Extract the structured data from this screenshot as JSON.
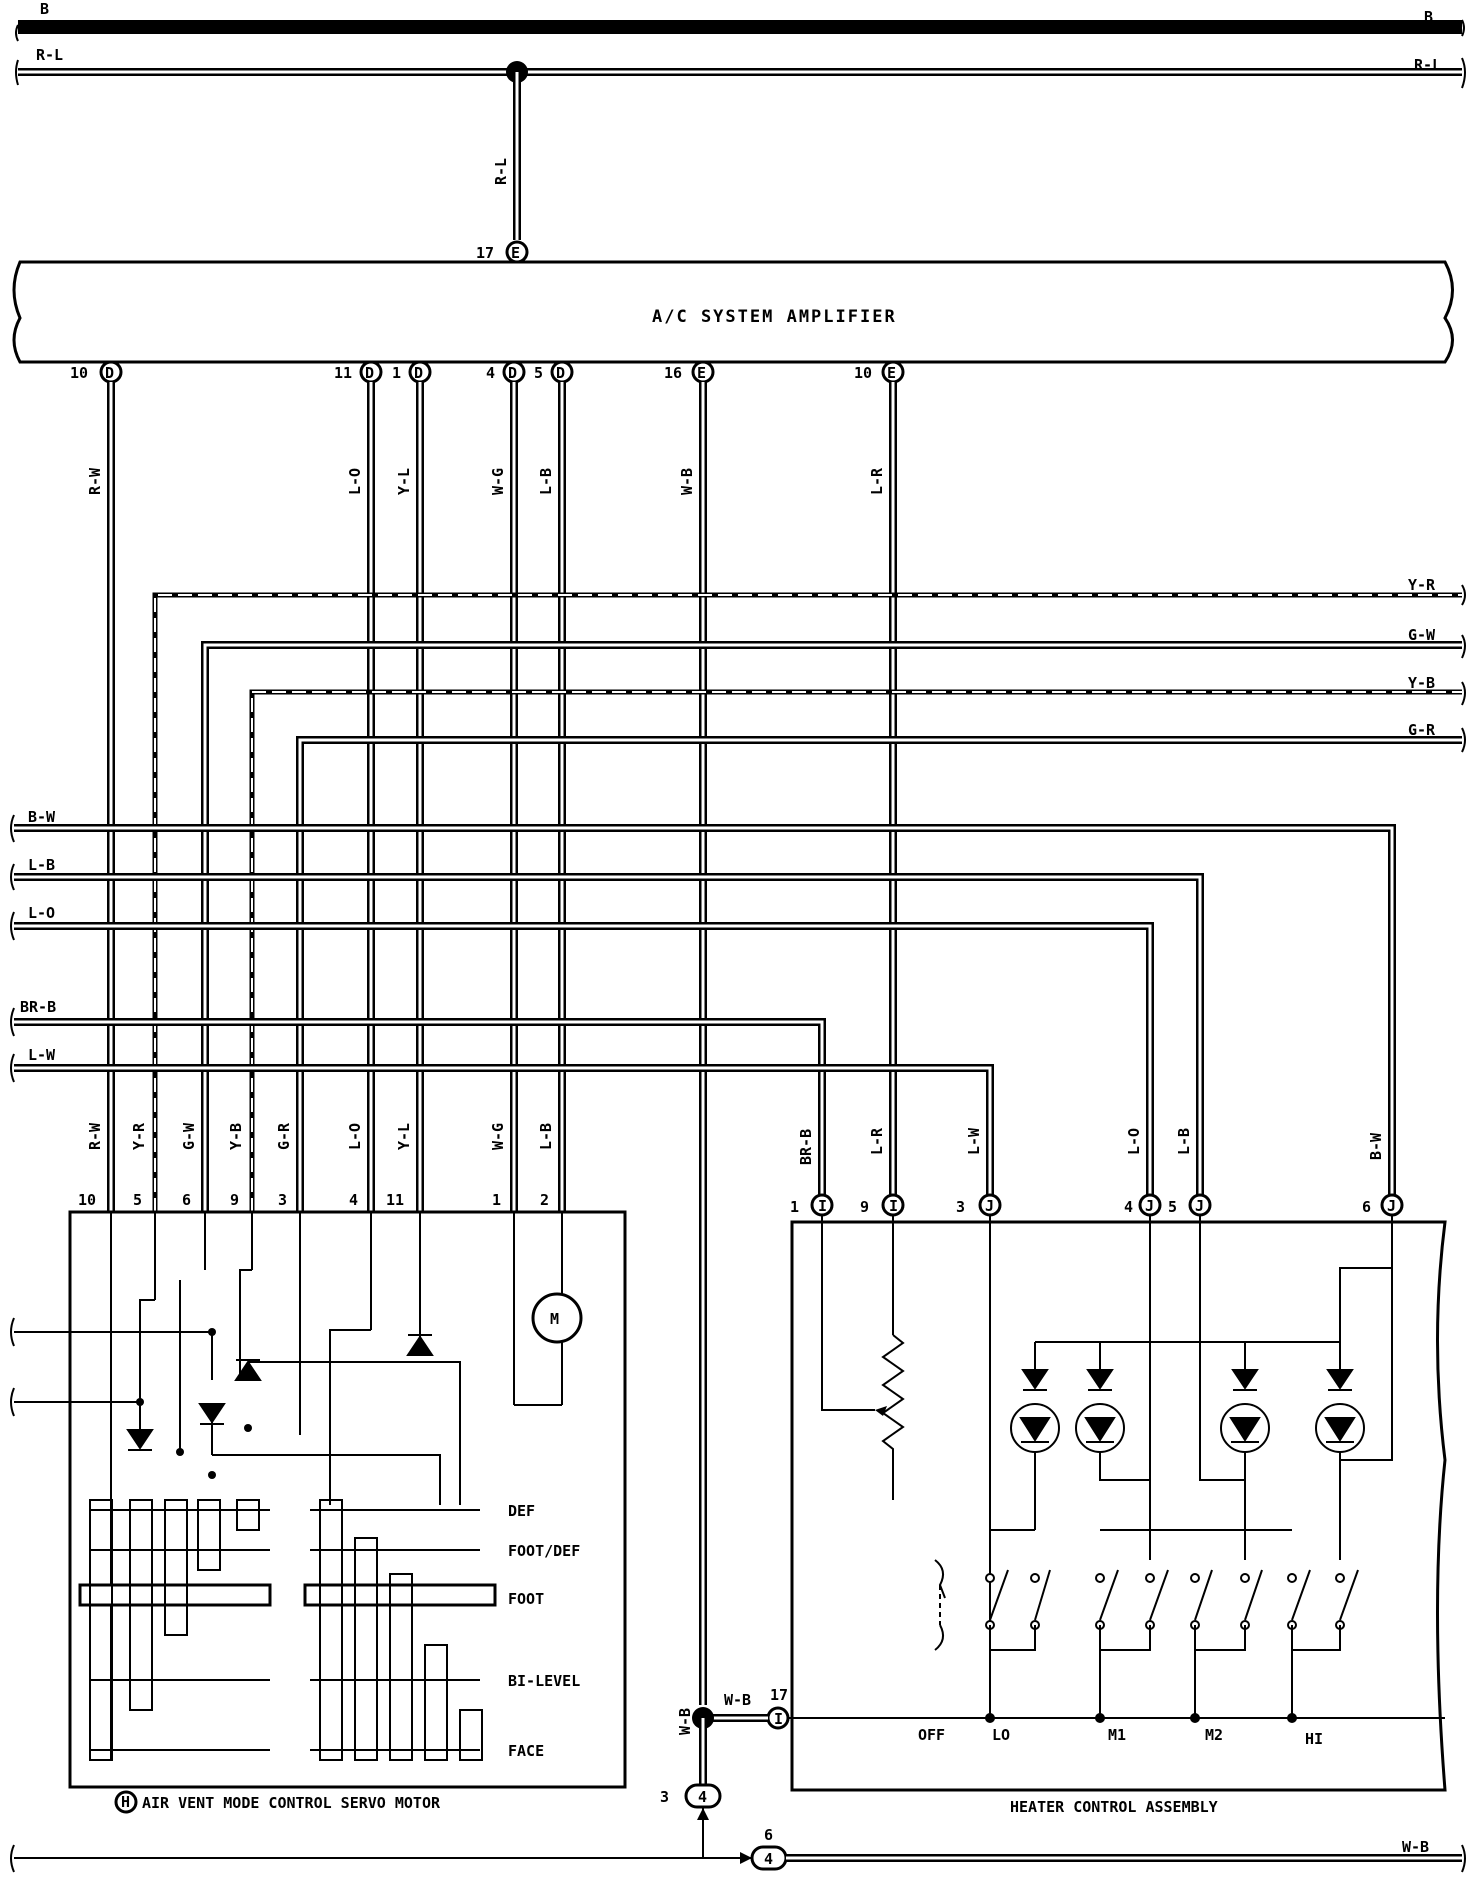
{
  "top_bus": {
    "b_left": "B",
    "b_right": "B",
    "rl_left": "R-L",
    "rl_right": "R-L",
    "rl_drop": "R-L"
  },
  "amplifier": {
    "title": "A/C SYSTEM AMPLIFIER",
    "pins": [
      {
        "num": "17",
        "conn": "E"
      },
      {
        "num": "10",
        "conn": "D"
      },
      {
        "num": "11",
        "conn": "D"
      },
      {
        "num": "1",
        "conn": "D"
      },
      {
        "num": "4",
        "conn": "D"
      },
      {
        "num": "5",
        "conn": "D"
      },
      {
        "num": "16",
        "conn": "E"
      },
      {
        "num": "10",
        "conn": "E"
      }
    ]
  },
  "wire_labels_upper": [
    "R-W",
    "L-O",
    "Y-L",
    "W-G",
    "L-B",
    "W-B",
    "L-R"
  ],
  "right_bus": [
    "Y-R",
    "G-W",
    "Y-B",
    "G-R"
  ],
  "left_bus": [
    "B-W",
    "L-B",
    "L-O",
    "BR-B",
    "L-W"
  ],
  "servo": {
    "title": "AIR VENT MODE CONTROL SERVO MOTOR",
    "connector": "H",
    "wire_labels": [
      "R-W",
      "Y-R",
      "G-W",
      "Y-B",
      "G-R",
      "L-O",
      "Y-L",
      "W-G",
      "L-B"
    ],
    "pins": [
      "10",
      "5",
      "6",
      "9",
      "3",
      "4",
      "11",
      "1",
      "2"
    ],
    "motor": "M",
    "modes": [
      "DEF",
      "FOOT/DEF",
      "FOOT",
      "BI-LEVEL",
      "FACE"
    ]
  },
  "heater": {
    "title": "HEATER CONTROL ASSEMBLY",
    "wire_labels": [
      "BR-B",
      "L-R",
      "L-W",
      "L-O",
      "L-B",
      "B-W"
    ],
    "pins": [
      {
        "num": "1",
        "conn": "I"
      },
      {
        "num": "9",
        "conn": "I"
      },
      {
        "num": "3",
        "conn": "J"
      },
      {
        "num": "4",
        "conn": "J"
      },
      {
        "num": "5",
        "conn": "J"
      },
      {
        "num": "6",
        "conn": "J"
      }
    ],
    "ground_pin": {
      "num": "17",
      "conn": "I"
    },
    "ground_wire": "W-B",
    "switch_positions": [
      "OFF",
      "LO",
      "M1",
      "M2",
      "HI"
    ]
  },
  "ground": {
    "vertical_label": "W-B",
    "junction_pin": "3",
    "junction_conn": "4",
    "out_pin": "6",
    "out_conn": "4",
    "out_wire": "W-B"
  }
}
